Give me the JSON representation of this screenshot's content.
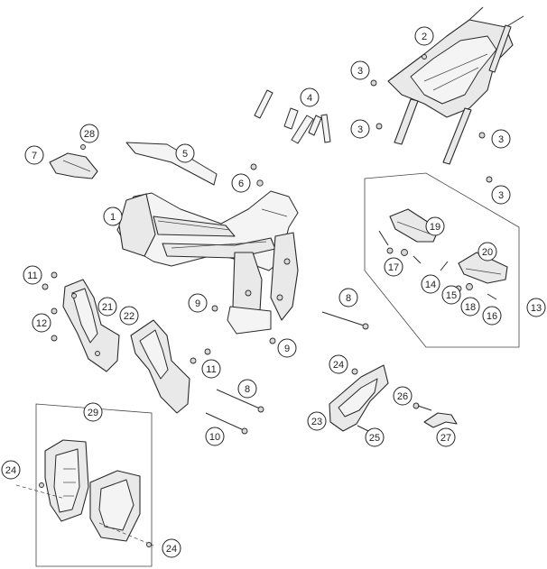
{
  "callouts": [
    {
      "id": "c1",
      "label": "1"
    },
    {
      "id": "c2",
      "label": "2"
    },
    {
      "id": "c3a",
      "label": "3"
    },
    {
      "id": "c3b",
      "label": "3"
    },
    {
      "id": "c3c",
      "label": "3"
    },
    {
      "id": "c3d",
      "label": "3"
    },
    {
      "id": "c4",
      "label": "4"
    },
    {
      "id": "c5",
      "label": "5"
    },
    {
      "id": "c6",
      "label": "6"
    },
    {
      "id": "c7",
      "label": "7"
    },
    {
      "id": "c8a",
      "label": "8"
    },
    {
      "id": "c8b",
      "label": "8"
    },
    {
      "id": "c9a",
      "label": "9"
    },
    {
      "id": "c9b",
      "label": "9"
    },
    {
      "id": "c10",
      "label": "10"
    },
    {
      "id": "c11a",
      "label": "11"
    },
    {
      "id": "c11b",
      "label": "11"
    },
    {
      "id": "c12",
      "label": "12"
    },
    {
      "id": "c13",
      "label": "13"
    },
    {
      "id": "c14",
      "label": "14"
    },
    {
      "id": "c15",
      "label": "15"
    },
    {
      "id": "c16",
      "label": "16"
    },
    {
      "id": "c17",
      "label": "17"
    },
    {
      "id": "c18",
      "label": "18"
    },
    {
      "id": "c19",
      "label": "19"
    },
    {
      "id": "c20",
      "label": "20"
    },
    {
      "id": "c21",
      "label": "21"
    },
    {
      "id": "c22",
      "label": "22"
    },
    {
      "id": "c23",
      "label": "23"
    },
    {
      "id": "c24a",
      "label": "24"
    },
    {
      "id": "c24b",
      "label": "24"
    },
    {
      "id": "c24c",
      "label": "24"
    },
    {
      "id": "c25",
      "label": "25"
    },
    {
      "id": "c26",
      "label": "26"
    },
    {
      "id": "c27",
      "label": "27"
    },
    {
      "id": "c28",
      "label": "28"
    },
    {
      "id": "c29",
      "label": "29"
    }
  ]
}
